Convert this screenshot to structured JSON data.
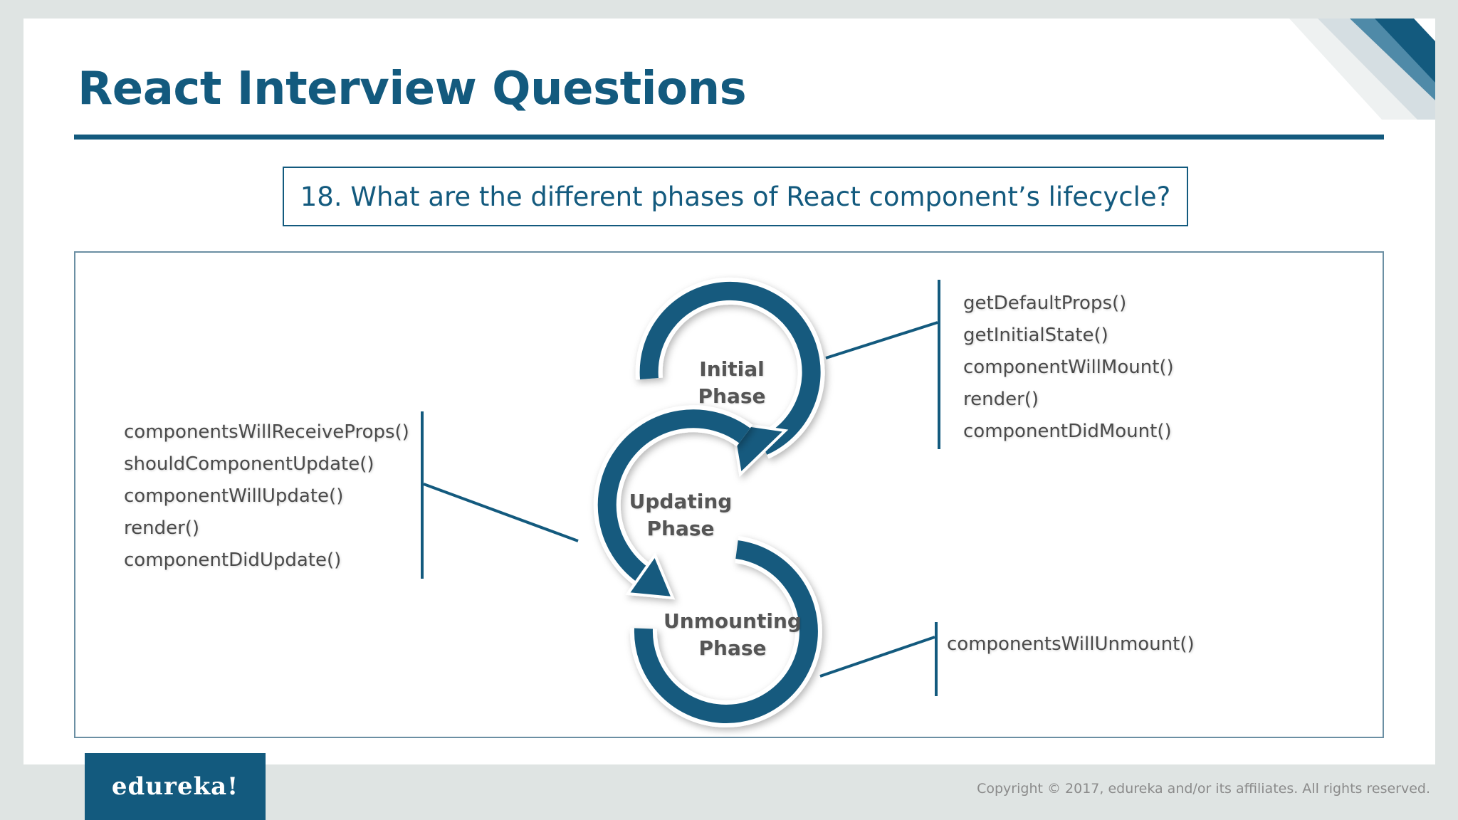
{
  "slide": {
    "title": "React Interview Questions",
    "question": "18. What are the different phases of React component’s lifecycle?"
  },
  "diagram": {
    "phases": [
      {
        "id": "initial",
        "label_line1": "Initial",
        "label_line2": "Phase",
        "methods": [
          "getDefaultProps()",
          "getInitialState()",
          "componentWillMount()",
          "render()",
          "componentDidMount()"
        ]
      },
      {
        "id": "updating",
        "label_line1": "Updating",
        "label_line2": "Phase",
        "methods": [
          "componentsWillReceiveProps()",
          "shouldComponentUpdate()",
          "componentWillUpdate()",
          "render()",
          "componentDidUpdate()"
        ]
      },
      {
        "id": "unmounting",
        "label_line1": "Unmounting",
        "label_line2": "Phase",
        "methods": [
          "componentsWillUnmount()"
        ]
      }
    ]
  },
  "footer": {
    "logo": "edureka!",
    "copyright": "Copyright © 2017, edureka and/or its affiliates. All rights reserved."
  },
  "colors": {
    "accent": "#135a7e",
    "text": "#4a4a4a",
    "background": "#dfe4e3"
  },
  "icons": [
    "corner-stripes-icon",
    "lifecycle-arrow-icon"
  ]
}
